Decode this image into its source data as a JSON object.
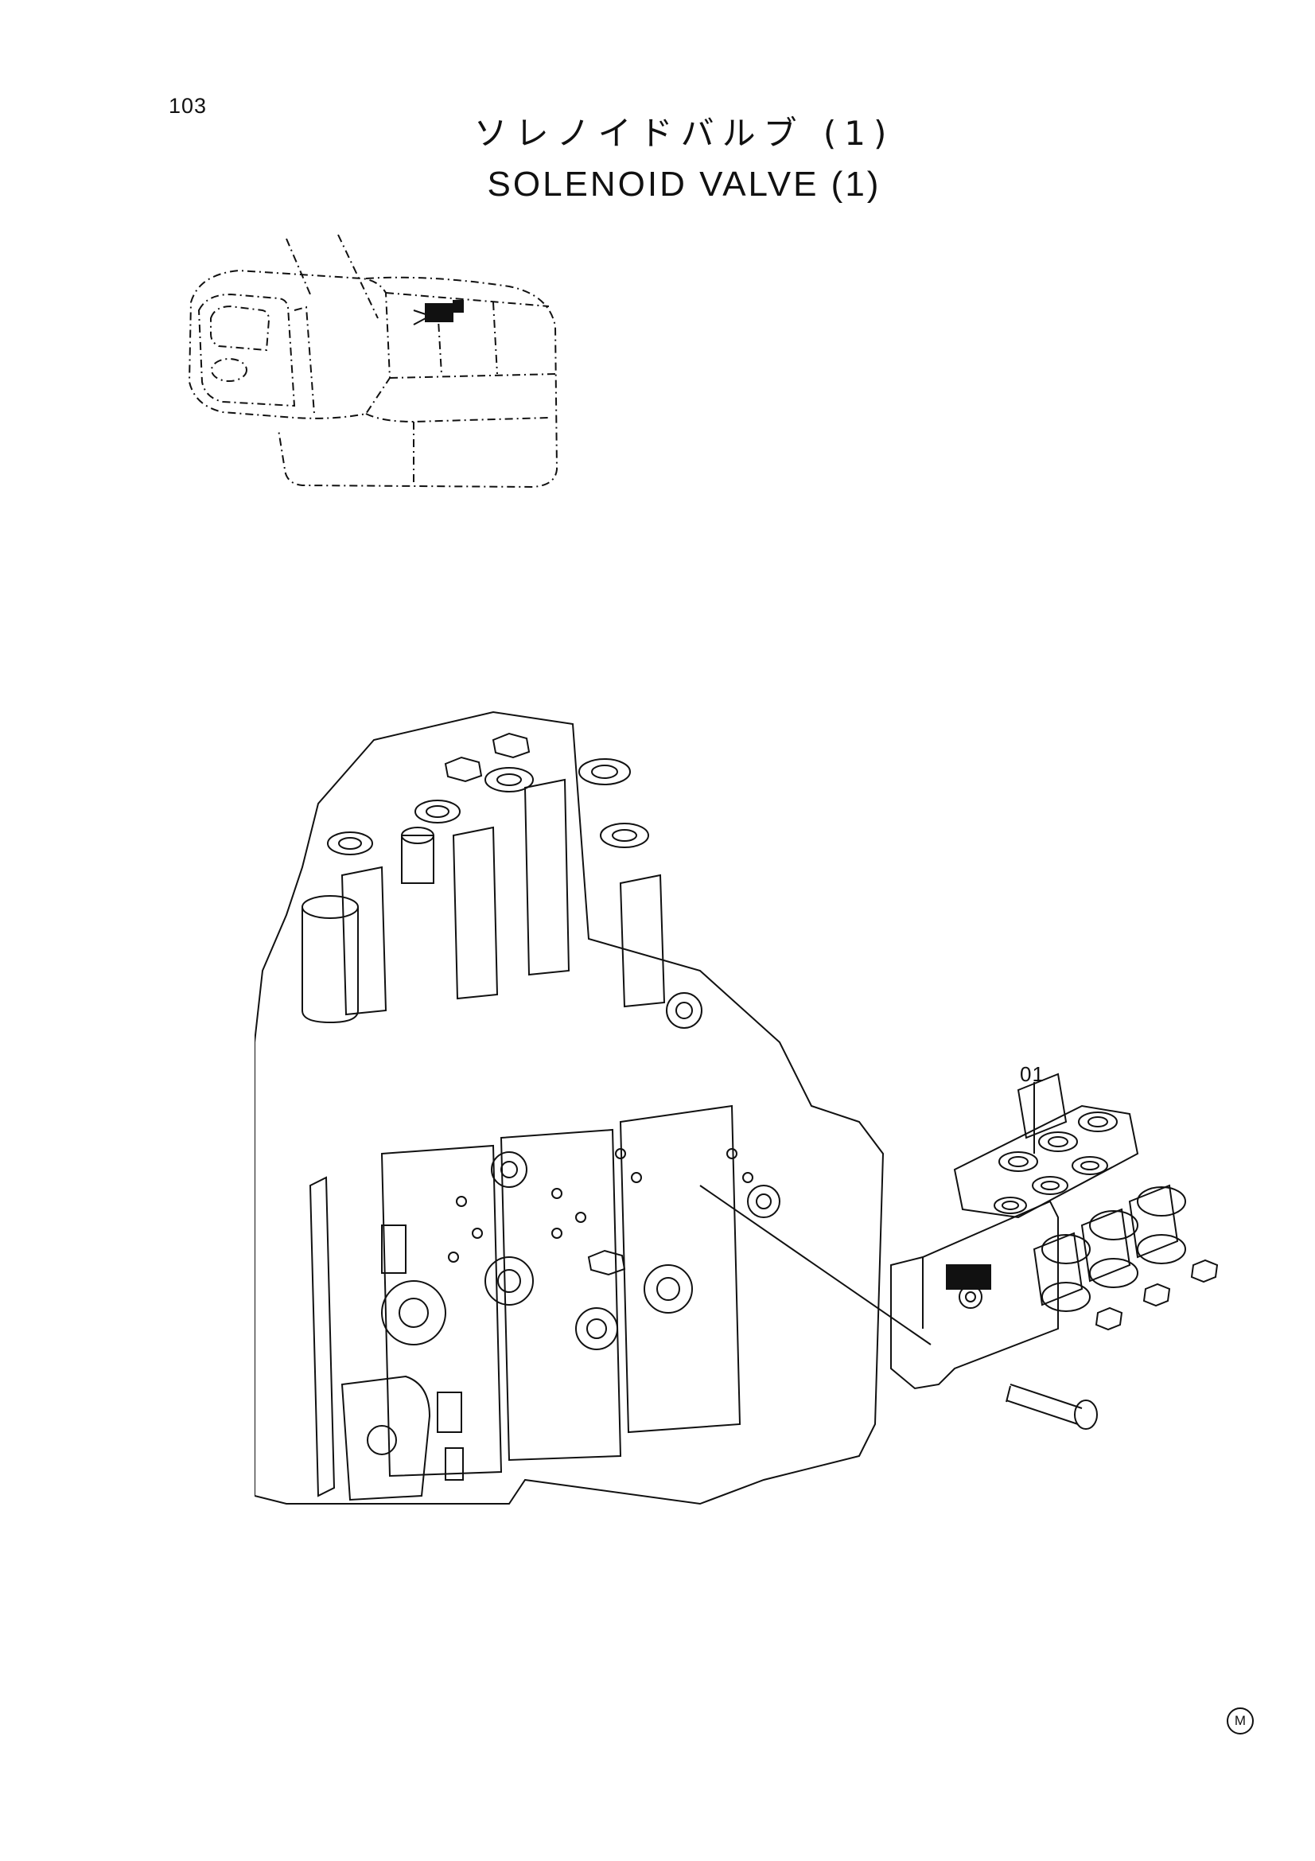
{
  "page": {
    "number": "103",
    "title_jp": "ソレノイドバルブ (1)",
    "title_en": "SOLENOID  VALVE  (1)"
  },
  "callouts": [
    {
      "label": "01"
    }
  ],
  "footer": {
    "mark": "M"
  },
  "icons": {
    "cab": "excavator-cab-locator-illustration",
    "valve": "control-valve-exploded-illustration"
  }
}
